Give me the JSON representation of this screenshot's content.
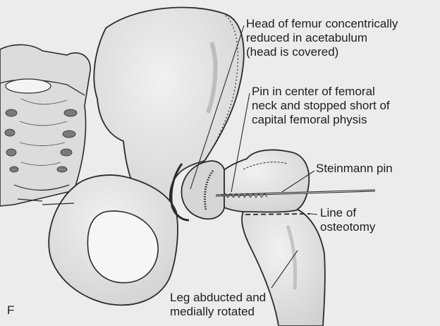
{
  "panel_letter": "F",
  "labels": {
    "femoral_head": {
      "lines": [
        "Head of femur concentrically",
        "reduced in acetabulum",
        "(head is covered)"
      ]
    },
    "pin_position": {
      "lines": [
        "Pin in center of femoral",
        "neck and stopped short of",
        "capital femoral physis"
      ]
    },
    "steinmann_pin": {
      "lines": [
        "Steinmann pin"
      ]
    },
    "osteotomy": {
      "lines": [
        "Line of",
        "osteotomy"
      ]
    },
    "leg_position": {
      "lines": [
        "Leg abducted and",
        "medially rotated"
      ]
    }
  },
  "colors": {
    "background": "#ececec",
    "bone_fill": "#e3e3e3",
    "bone_shade": "#c9c9c9",
    "ink": "#1e1e1e"
  }
}
